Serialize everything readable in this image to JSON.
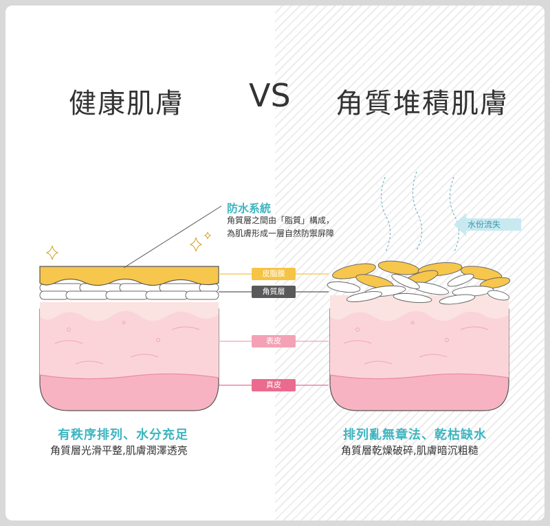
{
  "header": {
    "left_title": "健康肌膚",
    "vs": "VS",
    "right_title": "角質堆積肌膚"
  },
  "callout": {
    "title": "防水系統",
    "line1": "角質層之間由「脂質」構成，",
    "line2": "為肌膚形成一層自然防禦屏障"
  },
  "layers": {
    "sebum": "皮脂膜",
    "stratum": "角質層",
    "epidermis": "表皮",
    "dermis": "真皮"
  },
  "water_loss": "水份流失",
  "captions": {
    "left_title": "有秩序排列、水分充足",
    "left_sub": "角質層光滑平整,肌膚潤澤透亮",
    "right_title": "排列亂無章法、乾枯缺水",
    "right_sub": "角質層乾燥破碎,肌膚暗沉粗糙"
  },
  "colors": {
    "accent": "#3db5c0",
    "sebum": "#f6c445",
    "stratum": "#59595b",
    "epidermis": "#f5a1b5",
    "dermis": "#ea6b8e"
  }
}
